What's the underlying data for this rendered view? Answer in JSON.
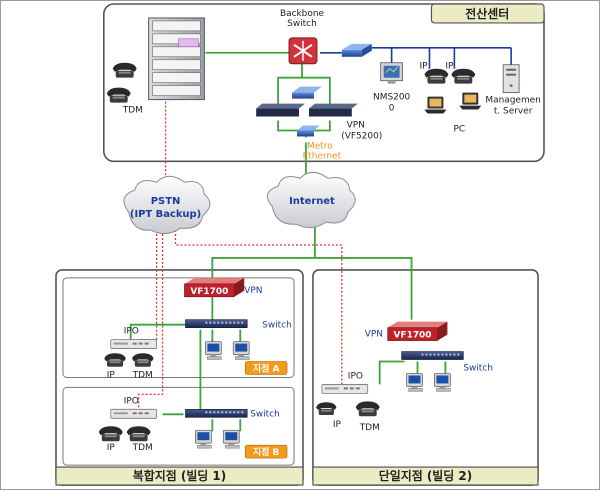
{
  "data_center": {
    "title": "전산센터",
    "backbone_switch_label_1": "Backbone",
    "backbone_switch_label_2": "Switch",
    "tdm_label": "TDM",
    "ip_label_1": "IP",
    "ip_label_2": "IP",
    "nms_label_1": "NMS200",
    "nms_label_2": "0",
    "pc_label": "PC",
    "mgmt_label_1": "Managemen",
    "mgmt_label_2": "t. Server",
    "vpn_label_1": "VPN",
    "vpn_label_2": "(VF5200)",
    "metro_label_1": "Metro",
    "metro_label_2": "Ethernet"
  },
  "clouds": {
    "pstn_label_1": "PSTN",
    "pstn_label_2": "(IPT Backup)",
    "internet_label": "Internet"
  },
  "branch_complex": {
    "title": "복합지점 (빌딩 1)",
    "vpn_device_label": "VF1700",
    "vpn_label": "VPN",
    "switch_a_label": "Switch",
    "ipo_a_label": "IPO",
    "ip_a_label": "IP",
    "tdm_a_label": "TDM",
    "badge_a": "지점 A",
    "ipo_b_label": "IPO",
    "switch_b_label": "Switch",
    "ip_b_label": "IP",
    "tdm_b_label": "TDM",
    "badge_b": "지점 B"
  },
  "branch_single": {
    "title": "단일지점 (빌딩 2)",
    "vpn_label": "VPN",
    "vpn_device_label": "VF1700",
    "switch_label": "Switch",
    "ipo_label": "IPO",
    "ip_label": "IP",
    "tdm_label": "TDM"
  },
  "colors": {
    "panel_border": "#555555",
    "title_tab": "#ececc4",
    "badge": "#f39a1a",
    "green_link": "#3aa53a",
    "red_dotted": "#d9342b",
    "blue_link": "#1a3c9c",
    "metro_text": "#e8941f",
    "vpn_red": "#c0202a"
  }
}
